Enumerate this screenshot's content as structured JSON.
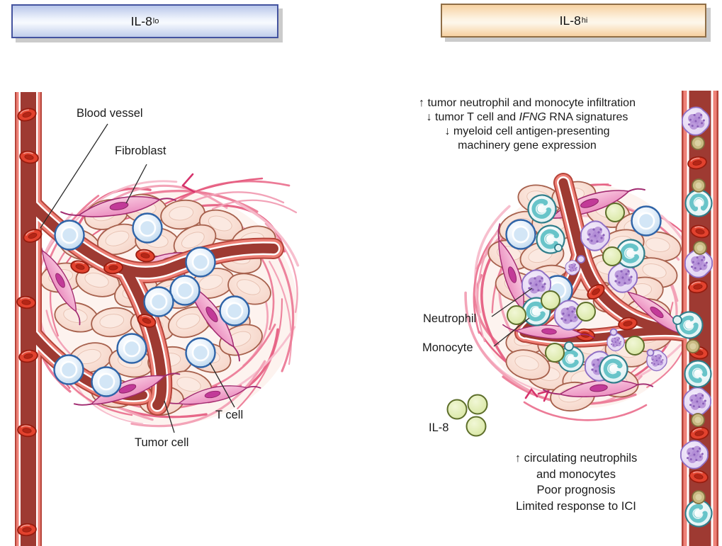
{
  "figure": {
    "headers": {
      "left": {
        "text": "IL-8",
        "sup": "lo"
      },
      "right": {
        "text": "IL-8",
        "sup": "hi"
      }
    },
    "left_panel": {
      "labels": {
        "blood_vessel": "Blood vessel",
        "fibroblast": "Fibroblast",
        "t_cell": "T cell",
        "tumor_cell": "Tumor cell"
      }
    },
    "right_panel": {
      "top_findings": {
        "line1": "↑ tumor neutrophil and monocyte infiltration",
        "line2_prefix": "↓ tumor T cell and ",
        "line2_gene": "IFNG",
        "line2_suffix": " RNA signatures",
        "line3": "↓ myeloid cell antigen-presenting",
        "line4": "machinery gene expression"
      },
      "labels": {
        "neutrophil": "Neutrophil",
        "monocyte": "Monocyte",
        "il8": "IL-8"
      },
      "bottom_findings": {
        "line1": "↑ circulating neutrophils",
        "line2": "and monocytes",
        "line3": "Poor prognosis",
        "line4": "Limited response to ICI"
      }
    }
  },
  "colors": {
    "vessel_outline": "#b5443a",
    "vessel_wall": "#ee8177",
    "vessel_lumen": "#9e3a32",
    "rbc": "#e2422e",
    "rbc_dark": "#971c0f",
    "tumor_cell_fill": "#f5d3c8",
    "tumor_cell_outline": "#a6604c",
    "t_cell_fill": "#bcd8ef",
    "t_cell_outline": "#2f64a8",
    "neutrophil_fill": "#e3d6f3",
    "neutrophil_outline": "#8f6fc5",
    "neutrophil_nucleus": "#b18cd6",
    "monocyte_fill": "#e2f3f3",
    "monocyte_outline": "#2f7d8a",
    "monocyte_nucleus": "#68c4c9",
    "il8_fill": "#dbe8a4",
    "il8_outline": "#5d6e2a",
    "olive_fill": "#c9ba83",
    "olive_outline": "#81713f",
    "fibroblast_fill": "#f3aed0",
    "fibroblast_outline": "#a12a70",
    "fibroblast_nucleus": "#c23a98",
    "stroma_fiber": "#ec7b97",
    "leader_line": "#2a2a2a",
    "header_left_border": "#44539f",
    "header_right_border": "#8f6e46",
    "text": "#1b1b1b"
  }
}
